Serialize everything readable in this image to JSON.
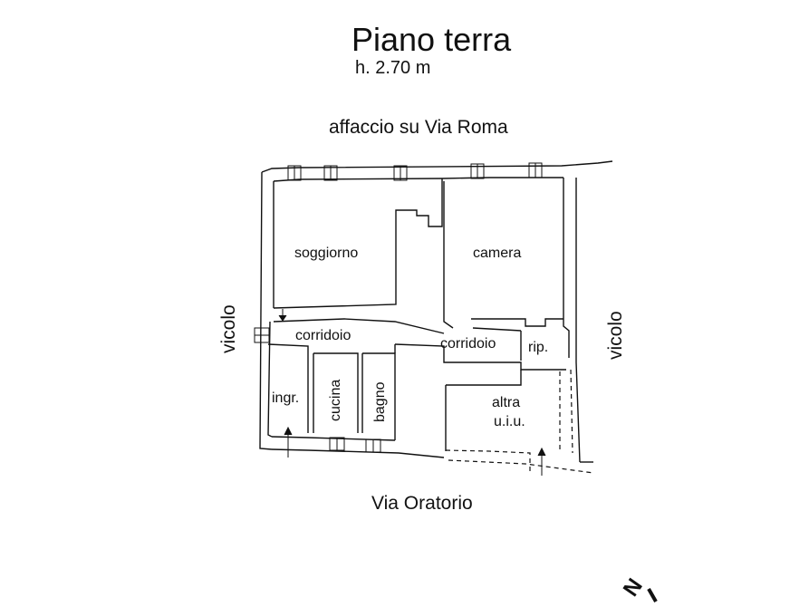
{
  "header": {
    "title": "Piano terra",
    "height": "h. 2.70 m"
  },
  "streets": {
    "top": "affaccio su Via Roma",
    "bottom": "Via Oratorio",
    "left": "vicolo",
    "right": "vicolo"
  },
  "rooms": {
    "soggiorno": "soggiorno",
    "camera": "camera",
    "corridoio_left": "corridoio",
    "corridoio_right": "corridoio",
    "rip": "rip.",
    "ingr": "ingr.",
    "cucina": "cucina",
    "bagno": "bagno",
    "altra_1": "altra",
    "altra_2": "u.i.u."
  },
  "north": {
    "letter": "N"
  }
}
